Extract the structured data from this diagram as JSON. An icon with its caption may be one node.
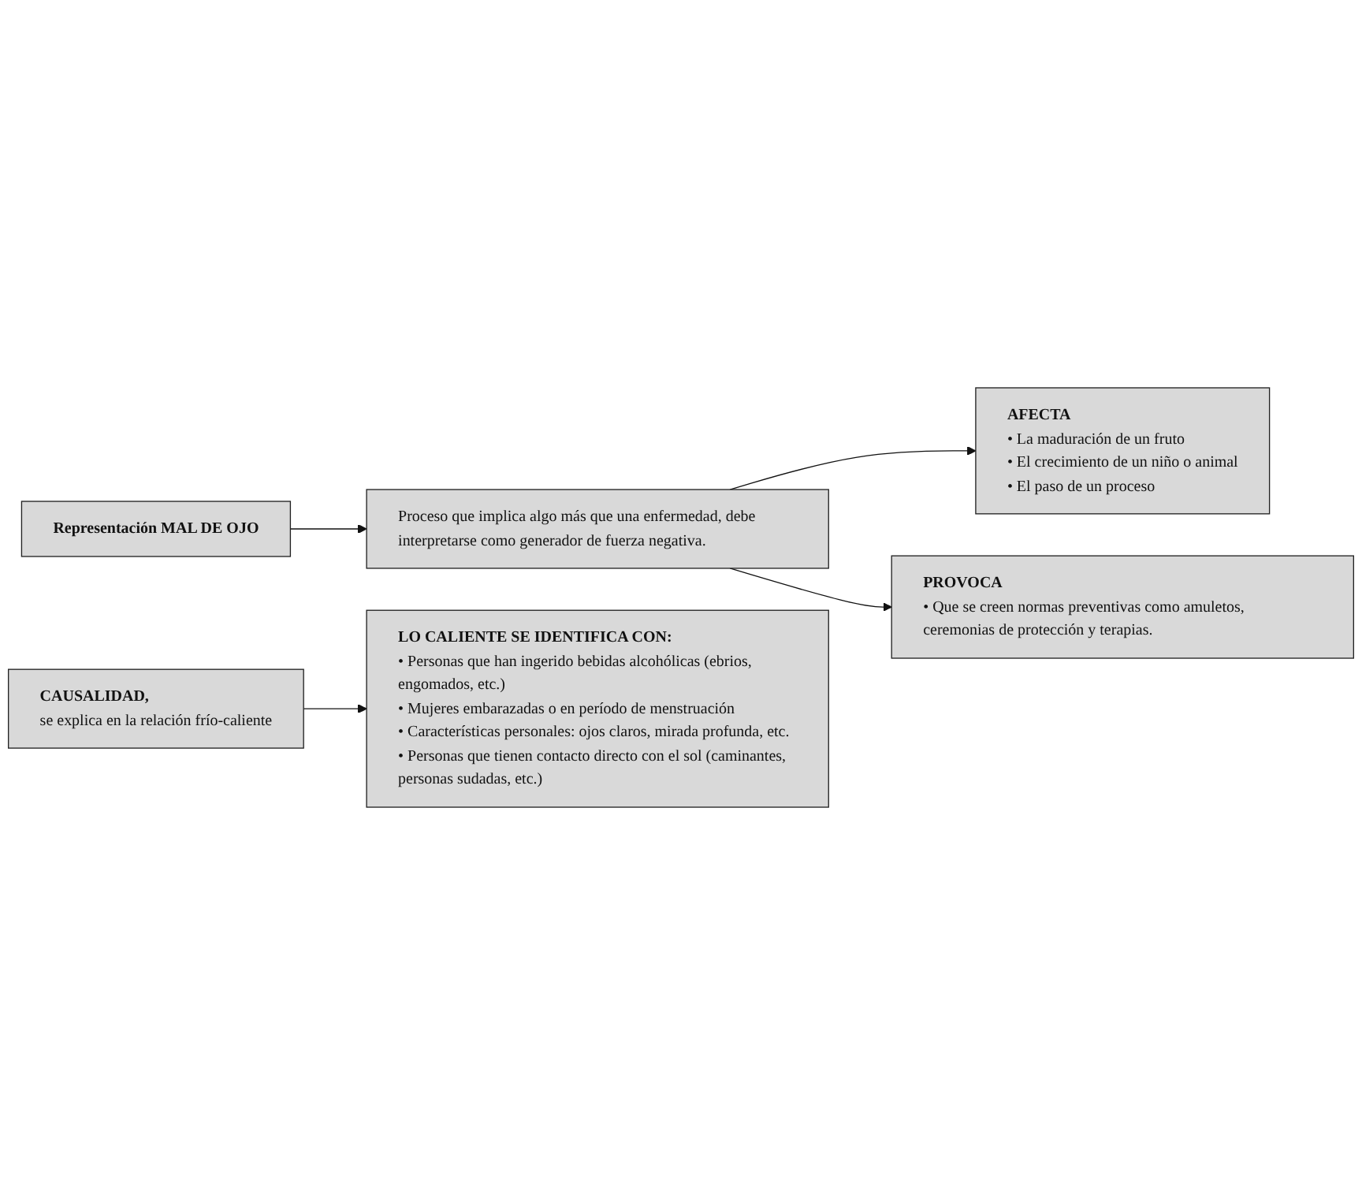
{
  "diagram": {
    "nodes": [
      {
        "text": [
          "Representación MAL DE OJO"
        ]
      },
      {
        "text": [
          "Proceso que implica algo más que una enfermedad, debe interpretarse como generador de fuerza negativa."
        ]
      },
      {
        "text": [
          "AFECTA",
          "• La maduración de un fruto",
          "• El crecimiento de un niño o animal",
          "• El paso de un proceso"
        ]
      },
      {
        "text": [
          "PROVOCA",
          "• Que se creen normas preventivas como amuletos, ceremonias de protección y terapias."
        ]
      },
      {
        "text": [
          "CAUSALIDAD,",
          "se explica en la relación frío-caliente"
        ]
      },
      {
        "text": [
          "LO CALIENTE SE IDENTIFICA CON:",
          "• Personas que han ingerido bebidas alcohólicas (ebrios, engomados, etc.)",
          "• Mujeres embarazadas o en período de menstruación",
          "• Características personales: ojos claros, mirada profunda, etc.",
          "• Personas que tienen contacto directo con el sol (caminantes, personas sudadas, etc.)"
        ]
      }
    ],
    "edges": [
      {
        "from": 0,
        "to": 1,
        "arrow": "to"
      },
      {
        "from": 1,
        "to": 2,
        "arrow": "to"
      },
      {
        "from": 1,
        "to": 3,
        "arrow": "to"
      },
      {
        "from": 4,
        "to": 5,
        "arrow": "to"
      }
    ]
  }
}
